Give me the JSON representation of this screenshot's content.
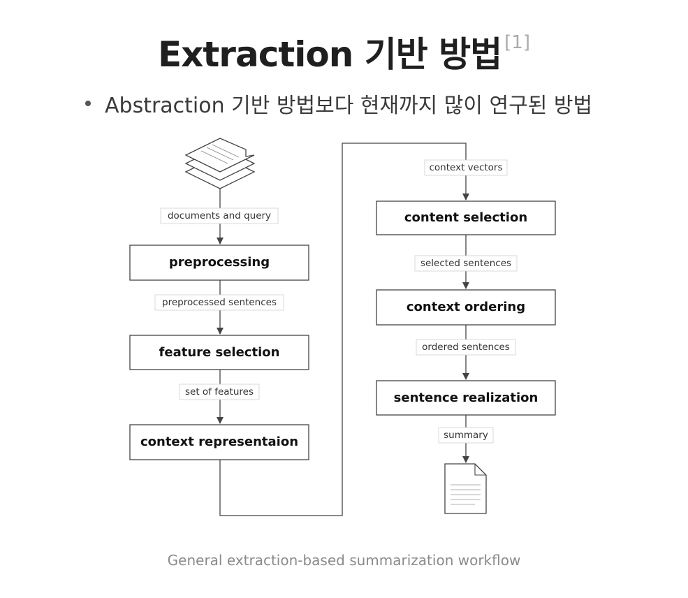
{
  "title": "Extraction 기반 방법",
  "title_reference": "[1]",
  "bullet": "Abstraction 기반 방법보다 현재까지 많이 연구된 방법",
  "caption": "General extraction-based summarization workflow",
  "diagram": {
    "boxes": {
      "preprocessing": "preprocessing",
      "feature_selection": "feature selection",
      "context_representation": "context representaion",
      "content_selection": "content selection",
      "context_ordering": "context ordering",
      "sentence_realization": "sentence realization"
    },
    "edges": {
      "documents_and_query": "documents and query",
      "preprocessed_sentences": "preprocessed sentences",
      "set_of_features": "set of features",
      "context_vectors": "context vectors",
      "selected_sentences": "selected sentences",
      "ordered_sentences": "ordered sentences",
      "summary": "summary"
    },
    "icons": {
      "input": "documents-stack-icon",
      "output": "document-icon"
    }
  }
}
